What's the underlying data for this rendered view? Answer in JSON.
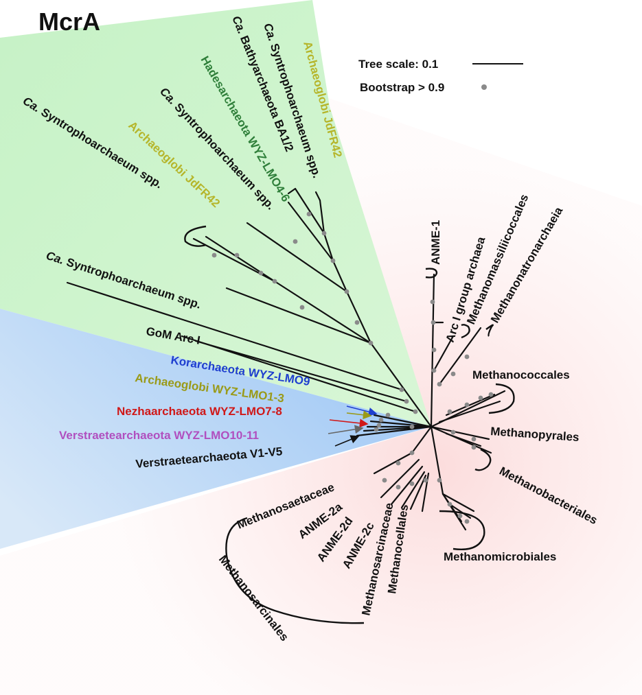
{
  "title": "McrA",
  "legend": {
    "scale_label": "Tree scale: 0.1",
    "bootstrap_label": "Bootstrap > 0.9"
  },
  "colors": {
    "black": "#111111",
    "yellow": "#b5b52a",
    "dark_green": "#2f7f3a",
    "blue": "#1f3fcf",
    "red": "#d01818",
    "purple": "#b04fbf",
    "olive": "#9a9a18",
    "node_gray": "#8a8a8a",
    "green_bg": "#c6f2c6",
    "pink_bg": "#fbd6d6",
    "blue_bg": "#a9cdf5"
  },
  "clades": {
    "arch_jdfr42_top": {
      "label": "Archaeoglobi JdFR42",
      "color": "yellow"
    },
    "syn_spp_top": {
      "label": "Ca. Syntrophoarchaeum spp.",
      "color": "black"
    },
    "bathy": {
      "label": "Ca. Bathyarchaeota BA1/2",
      "color": "black"
    },
    "hades": {
      "label": "Hadesarchaeota WYZ-LMO4-6",
      "color": "dark_green"
    },
    "syn_spp_mid": {
      "label": "Ca. Syntrophoarchaeum spp.",
      "color": "black"
    },
    "arch_jdfr42_mid": {
      "label": "Archaeoglobi JdFR42",
      "color": "yellow"
    },
    "syn_spp_left": {
      "label": "Ca. Syntrophoarchaeum spp.",
      "color": "black"
    },
    "syn_spp_low": {
      "label": "Ca. Syntrophoarchaeum spp.",
      "color": "black"
    },
    "gom": {
      "label": "GoM Arc I",
      "color": "black"
    },
    "kor": {
      "label": "Korarchaeota WYZ-LMO9",
      "color": "blue"
    },
    "arch_lmo": {
      "label": "Archaeoglobi WYZ-LMO1-3",
      "color": "olive"
    },
    "nez": {
      "label": "Nezhaarchaeota WYZ-LMO7-8",
      "color": "red"
    },
    "ver_lmo": {
      "label": "Verstraetearchaeota WYZ-LMO10-11",
      "color": "purple"
    },
    "ver_v": {
      "label": "Verstraetearchaeota V1-V5",
      "color": "black"
    },
    "anme1": {
      "label": "ANME-1",
      "color": "black"
    },
    "arc1": {
      "label": "Arc I group archaea",
      "color": "black"
    },
    "massi": {
      "label": "Methanomassiliicoccales",
      "color": "black"
    },
    "natrono": {
      "label": "Methanonatronarchaeia",
      "color": "black"
    },
    "cocc": {
      "label": "Methanococcales",
      "color": "black"
    },
    "pyra": {
      "label": "Methanopyrales",
      "color": "black"
    },
    "bact": {
      "label": "Methanobacteriales",
      "color": "black"
    },
    "micro": {
      "label": "Methanomicrobiales",
      "color": "black"
    },
    "saeta": {
      "label": "Methanosaetaceae",
      "color": "black"
    },
    "anme2a": {
      "label": "ANME-2a",
      "color": "black"
    },
    "anme2d": {
      "label": "ANME-2d",
      "color": "black"
    },
    "anme2c": {
      "label": "ANME-2c",
      "color": "black"
    },
    "sarcinaceae": {
      "label": "Methanosarcinaceae",
      "color": "black"
    },
    "cellales": {
      "label": "Methanocellales",
      "color": "black"
    },
    "sarcinales": {
      "label": "Methanosarcinales",
      "color": "black"
    }
  }
}
